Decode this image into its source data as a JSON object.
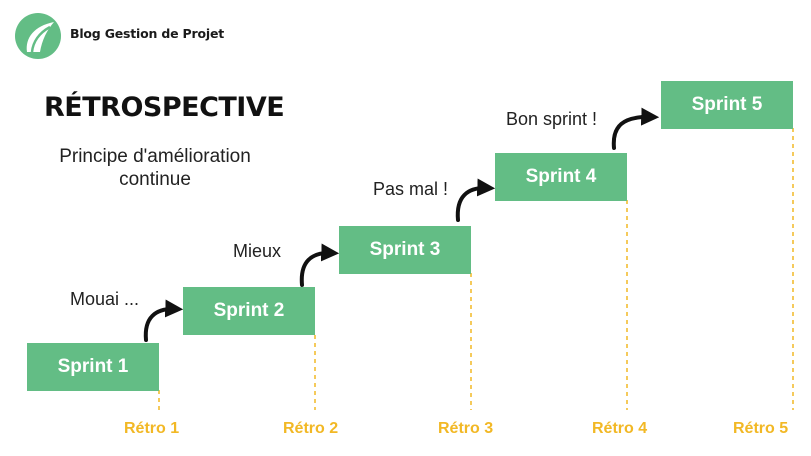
{
  "header": {
    "brand": "Blog Gestion de Projet",
    "logo_icon": "leaf-logo-icon"
  },
  "title": "RÉTROSPECTIVE",
  "subtitle_line1": "Principe d'amélioration",
  "subtitle_line2": "continue",
  "sprints": [
    "Sprint 1",
    "Sprint 2",
    "Sprint 3",
    "Sprint 4",
    "Sprint 5"
  ],
  "comments": [
    "Mouai ...",
    "Mieux",
    "Pas mal !",
    "Bon sprint !"
  ],
  "retros": [
    "Rétro 1",
    "Rétro 2",
    "Rétro 3",
    "Rétro 4",
    "Rétro 5"
  ],
  "colors": {
    "sprint": "#63bd85",
    "retro": "#f2b825",
    "logo": "#63bd85",
    "arrow": "#111111"
  }
}
